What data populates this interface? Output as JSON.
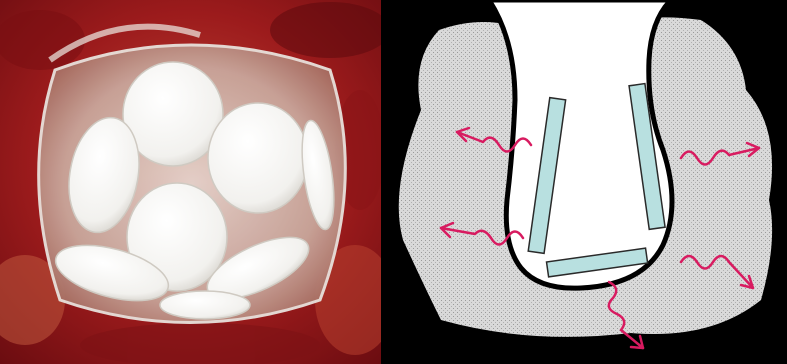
{
  "figure": {
    "panels": [
      {
        "id": "photo",
        "kind": "surgical-photograph",
        "content": "resection-cavity-with-white-wafers",
        "wafer_color": "#f4f4f2",
        "tissue_color": "#a0121a"
      },
      {
        "id": "diagram",
        "kind": "schematic",
        "content": "cavity-with-wafer-implants-and-diffusion-arrows",
        "background_color": "#000000",
        "tissue_color": "#d8d8d8",
        "cavity_color": "#ffffff",
        "wafer_color": "#b8e0e0",
        "arrow_color": "#d81b60",
        "arrow_icon": "wavy-arrow-icon",
        "arrow_count": 5,
        "wafer_count": 3
      }
    ]
  }
}
